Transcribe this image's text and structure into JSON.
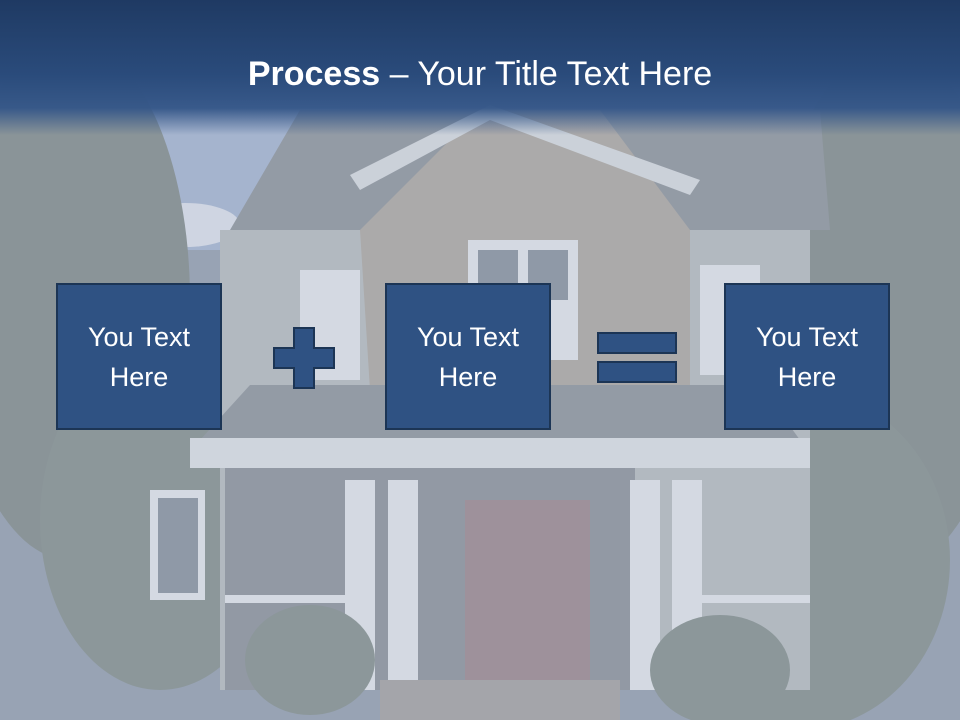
{
  "title": {
    "bold": "Process",
    "rest": " – Your Title Text Here"
  },
  "boxes": [
    {
      "line1": "You Text",
      "line2": "Here"
    },
    {
      "line1": "You Text",
      "line2": "Here"
    },
    {
      "line1": "You Text",
      "line2": "Here"
    }
  ],
  "operators": [
    "plus-icon",
    "equals-icon"
  ],
  "colors": {
    "title_band": "#2a4b7b",
    "box_fill": "#2f5283",
    "box_border": "#1c3555",
    "text": "#ffffff"
  }
}
